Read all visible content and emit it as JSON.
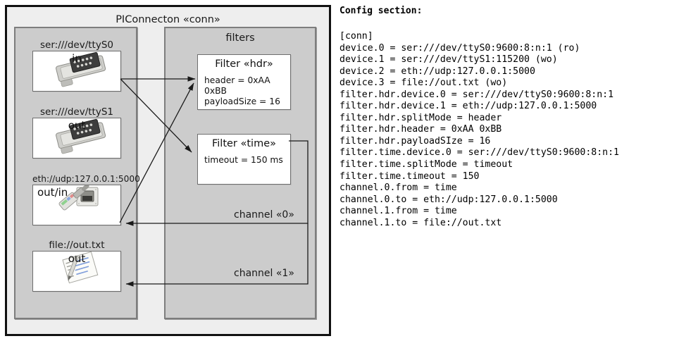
{
  "diagram": {
    "frame_title": "PIConnecton «conn»",
    "devices_panel": {
      "title": "",
      "items": [
        {
          "label": "ser:///dev/ttyS0",
          "direction": "in",
          "icon": "serial-port-icon"
        },
        {
          "label": "ser:///dev/ttyS1",
          "direction": "out",
          "icon": "serial-port-icon"
        },
        {
          "label": "eth://udp:127.0.0.1:5000",
          "direction": "out/in",
          "icon": "ethernet-jack-icon"
        },
        {
          "label": "file://out.txt",
          "direction": "out",
          "icon": "notepad-pencil-icon"
        }
      ]
    },
    "filters_panel": {
      "title": "filters",
      "filters": [
        {
          "title": "Filter «hdr»",
          "props": [
            "header = 0xAA 0xBB",
            "payloadSize = 16"
          ]
        },
        {
          "title": "Filter «time»",
          "props": [
            "timeout = 150 ms"
          ]
        }
      ],
      "channels": [
        {
          "label": "channel «0»"
        },
        {
          "label": "channel «1»"
        }
      ]
    }
  },
  "config": {
    "heading": "Config section:",
    "text": "[conn]\ndevice.0 = ser:///dev/ttyS0:9600:8:n:1 (ro)\ndevice.1 = ser:///dev/ttyS1:115200 (wo)\ndevice.2 = eth://udp:127.0.0.1:5000\ndevice.3 = file://out.txt (wo)\nfilter.hdr.device.0 = ser:///dev/ttyS0:9600:8:n:1\nfilter.hdr.device.1 = eth://udp:127.0.0.1:5000\nfilter.hdr.splitMode = header\nfilter.hdr.header = 0xAA 0xBB\nfilter.hdr.payloadSIze = 16\nfilter.time.device.0 = ser:///dev/ttyS0:9600:8:n:1\nfilter.time.splitMode = timeout\nfilter.time.timeout = 150\nchannel.0.from = time\nchannel.0.to = eth://udp:127.0.0.1:5000\nchannel.1.from = time\nchannel.1.to = file://out.txt"
  },
  "colors": {
    "frame_bg": "#eeeeee",
    "panel_bg": "#cccccc",
    "box_bg": "#ffffff",
    "border_dark": "#111111",
    "border_mid": "#7d7d7d"
  }
}
